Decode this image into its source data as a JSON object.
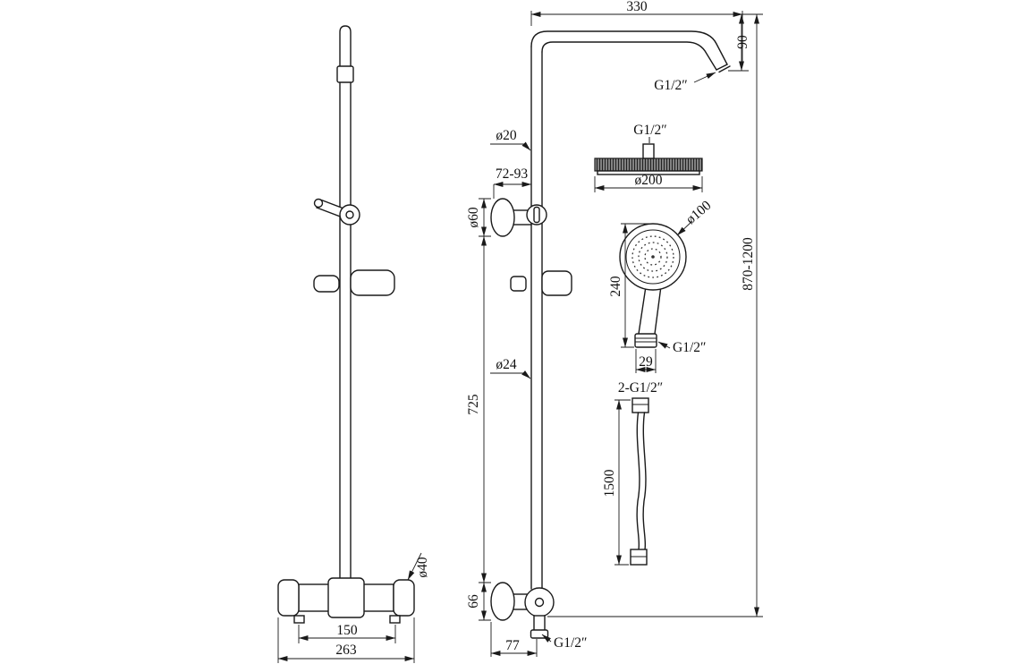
{
  "colors": {
    "line": "#1a1a1a",
    "background": "#ffffff"
  },
  "front_view": {
    "handle_spacing": "150",
    "body_width": "263",
    "valve_dia": "ø40"
  },
  "side_view": {
    "arm_length": "330",
    "arm_drop": "90",
    "arm_thread": "G1/2″",
    "upper_pipe_dia": "ø20",
    "bracket_range": "72-93",
    "flange_dia": "ø60",
    "pipe_length": "725",
    "lower_pipe_dia": "ø24",
    "valve_height": "66",
    "valve_offset": "77",
    "valve_thread": "G1/2″"
  },
  "shower_head": {
    "thread": "G1/2″",
    "dia": "ø200"
  },
  "hand_shower": {
    "dia": "ø100",
    "length": "240",
    "thread": "G1/2″",
    "outlet_width": "29"
  },
  "hose": {
    "thread": "2-G1/2″",
    "length": "1500"
  },
  "overall": {
    "height_range": "870-1200"
  }
}
